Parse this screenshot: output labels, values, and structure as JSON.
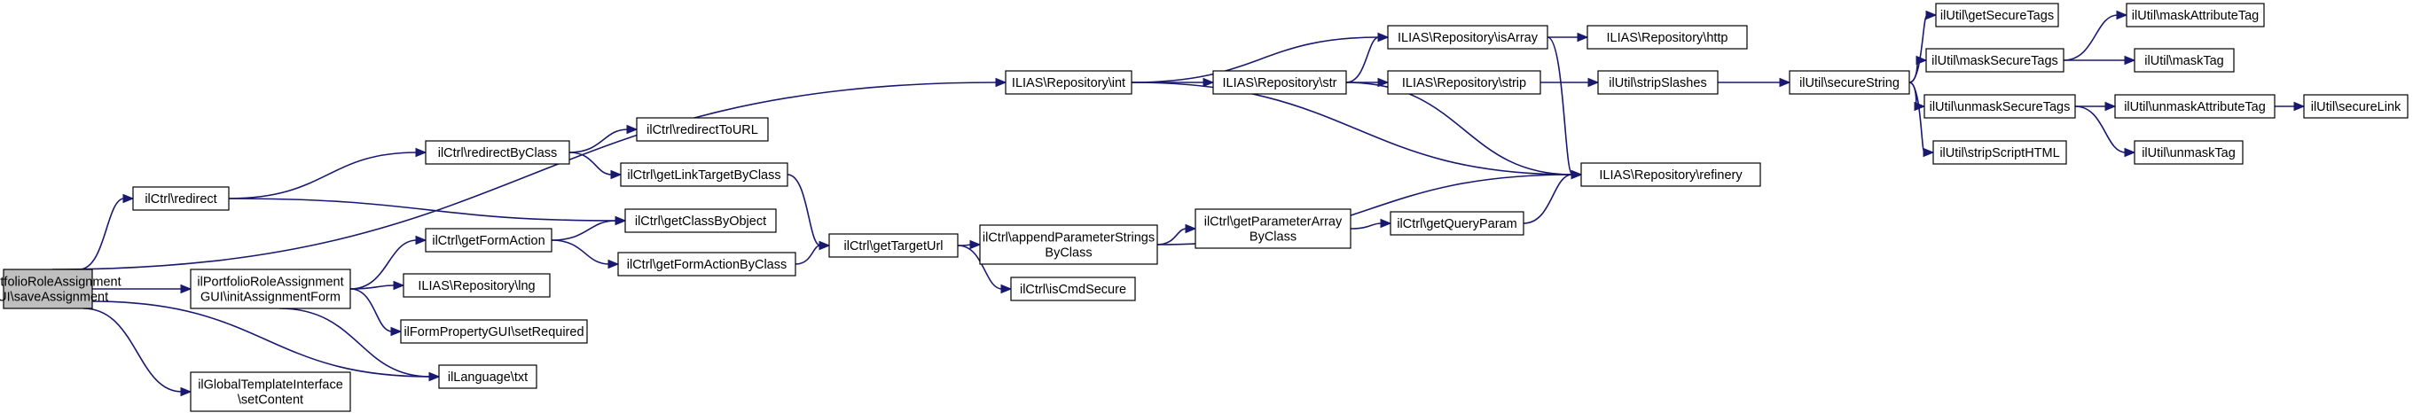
{
  "colors": {
    "edge": "#191970",
    "root_fill": "#bfbfbf",
    "node_fill": "#ffffff",
    "node_stroke": "#000000"
  },
  "nodes": [
    {
      "id": "save",
      "lines": [
        "ilPortfolioRoleAssignment",
        "GUI\\saveAssignment"
      ],
      "root": true
    },
    {
      "id": "redirect",
      "lines": [
        "ilCtrl\\redirect"
      ]
    },
    {
      "id": "initform",
      "lines": [
        "ilPortfolioRoleAssignment",
        "GUI\\initAssignmentForm"
      ]
    },
    {
      "id": "setcontent",
      "lines": [
        "ilGlobalTemplateInterface",
        "\\setContent"
      ]
    },
    {
      "id": "int",
      "lines": [
        "ILIAS\\Repository\\int"
      ]
    },
    {
      "id": "txt",
      "lines": [
        "ilLanguage\\txt"
      ]
    },
    {
      "id": "redirectbyclass",
      "lines": [
        "ilCtrl\\redirectByClass"
      ]
    },
    {
      "id": "getformaction",
      "lines": [
        "ilCtrl\\getFormAction"
      ]
    },
    {
      "id": "lng",
      "lines": [
        "ILIAS\\Repository\\lng"
      ]
    },
    {
      "id": "setrequired",
      "lines": [
        "ilFormPropertyGUI\\setRequired"
      ]
    },
    {
      "id": "getclassbyobject",
      "lines": [
        "ilCtrl\\getClassByObject"
      ]
    },
    {
      "id": "redirecttourl",
      "lines": [
        "ilCtrl\\redirectToURL"
      ]
    },
    {
      "id": "getlinktarget",
      "lines": [
        "ilCtrl\\getLinkTargetByClass"
      ]
    },
    {
      "id": "getformactionbyclass",
      "lines": [
        "ilCtrl\\getFormActionByClass"
      ]
    },
    {
      "id": "gettargeturl",
      "lines": [
        "ilCtrl\\getTargetUrl"
      ]
    },
    {
      "id": "str",
      "lines": [
        "ILIAS\\Repository\\str"
      ]
    },
    {
      "id": "appendparam",
      "lines": [
        "ilCtrl\\appendParameterStrings",
        "ByClass"
      ]
    },
    {
      "id": "iscmdsecure",
      "lines": [
        "ilCtrl\\isCmdSecure"
      ]
    },
    {
      "id": "getparamarray",
      "lines": [
        "ilCtrl\\getParameterArray",
        "ByClass"
      ]
    },
    {
      "id": "isarray",
      "lines": [
        "ILIAS\\Repository\\isArray"
      ]
    },
    {
      "id": "strip",
      "lines": [
        "ILIAS\\Repository\\strip"
      ]
    },
    {
      "id": "getqueryparam",
      "lines": [
        "ilCtrl\\getQueryParam"
      ]
    },
    {
      "id": "http",
      "lines": [
        "ILIAS\\Repository\\http"
      ]
    },
    {
      "id": "stripslashes",
      "lines": [
        "ilUtil\\stripSlashes"
      ]
    },
    {
      "id": "refinery",
      "lines": [
        "ILIAS\\Repository\\refinery"
      ]
    },
    {
      "id": "securestring",
      "lines": [
        "ilUtil\\secureString"
      ]
    },
    {
      "id": "getsecuretags",
      "lines": [
        "ilUtil\\getSecureTags"
      ]
    },
    {
      "id": "masksecuretags",
      "lines": [
        "ilUtil\\maskSecureTags"
      ]
    },
    {
      "id": "unmasksecuretags",
      "lines": [
        "ilUtil\\unmaskSecureTags"
      ]
    },
    {
      "id": "stripscripthtml",
      "lines": [
        "ilUtil\\stripScriptHTML"
      ]
    },
    {
      "id": "maskattributetag",
      "lines": [
        "ilUtil\\maskAttributeTag"
      ]
    },
    {
      "id": "masktag",
      "lines": [
        "ilUtil\\maskTag"
      ]
    },
    {
      "id": "unmaskattributetag",
      "lines": [
        "ilUtil\\unmaskAttributeTag"
      ]
    },
    {
      "id": "unmasktag",
      "lines": [
        "ilUtil\\unmaskTag"
      ]
    },
    {
      "id": "securelink",
      "lines": [
        "ilUtil\\secureLink"
      ]
    }
  ],
  "edges": [
    [
      "save",
      "int"
    ],
    [
      "save",
      "redirect"
    ],
    [
      "save",
      "initform"
    ],
    [
      "save",
      "setcontent"
    ],
    [
      "save",
      "txt"
    ],
    [
      "redirect",
      "redirectbyclass"
    ],
    [
      "redirect",
      "getclassbyobject"
    ],
    [
      "initform",
      "getformaction"
    ],
    [
      "initform",
      "lng"
    ],
    [
      "initform",
      "setrequired"
    ],
    [
      "initform",
      "txt"
    ],
    [
      "redirectbyclass",
      "redirecttourl"
    ],
    [
      "redirectbyclass",
      "getlinktarget"
    ],
    [
      "getformaction",
      "getclassbyobject"
    ],
    [
      "getformaction",
      "getformactionbyclass"
    ],
    [
      "getlinktarget",
      "gettargeturl"
    ],
    [
      "getformactionbyclass",
      "gettargeturl"
    ],
    [
      "gettargeturl",
      "appendparam"
    ],
    [
      "gettargeturl",
      "iscmdsecure"
    ],
    [
      "int",
      "isarray"
    ],
    [
      "int",
      "str"
    ],
    [
      "int",
      "refinery"
    ],
    [
      "str",
      "isarray"
    ],
    [
      "str",
      "strip"
    ],
    [
      "str",
      "refinery"
    ],
    [
      "isarray",
      "http"
    ],
    [
      "isarray",
      "refinery"
    ],
    [
      "strip",
      "stripslashes"
    ],
    [
      "appendparam",
      "getparamarray"
    ],
    [
      "appendparam",
      "refinery"
    ],
    [
      "getparamarray",
      "getqueryparam"
    ],
    [
      "getqueryparam",
      "refinery"
    ],
    [
      "stripslashes",
      "securestring"
    ],
    [
      "securestring",
      "getsecuretags"
    ],
    [
      "securestring",
      "masksecuretags"
    ],
    [
      "securestring",
      "unmasksecuretags"
    ],
    [
      "securestring",
      "stripscripthtml"
    ],
    [
      "masksecuretags",
      "maskattributetag"
    ],
    [
      "masksecuretags",
      "masktag"
    ],
    [
      "unmasksecuretags",
      "unmaskattributetag"
    ],
    [
      "unmasksecuretags",
      "unmasktag"
    ],
    [
      "unmaskattributetag",
      "securelink"
    ]
  ]
}
